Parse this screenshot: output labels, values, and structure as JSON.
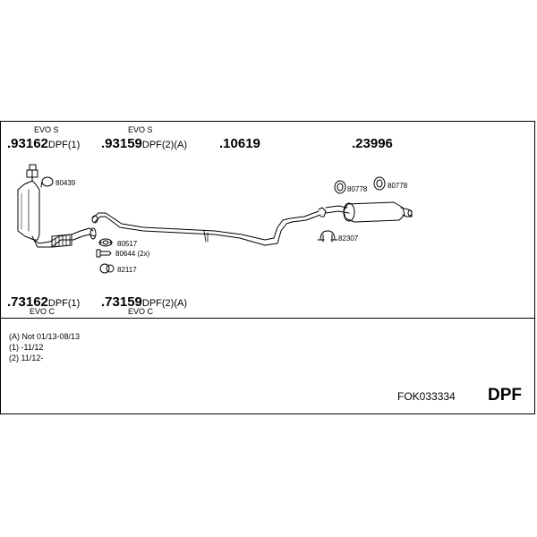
{
  "parts_top": [
    {
      "variant": "EVO S",
      "number": ".93162",
      "suffix": "DPF(1)"
    },
    {
      "variant": "EVO S",
      "number": ".93159",
      "suffix": "DPF(2)(A)"
    },
    {
      "number": ".10619"
    },
    {
      "number": ".23996"
    }
  ],
  "parts_bottom": [
    {
      "variant": "EVO C",
      "number": ".73162",
      "suffix": "DPF(1)"
    },
    {
      "variant": "EVO C",
      "number": ".73159",
      "suffix": "DPF(2)(A)"
    }
  ],
  "callouts": {
    "c80439": "80439",
    "c80517": "80517",
    "c80644": "80644 (2x)",
    "c82117": "82117",
    "c80778a": "80778",
    "c80778b": "80778",
    "c82307": "82307"
  },
  "notes": [
    "(A) Not 01/13-08/13",
    "(1) -11/12",
    "(2) 11/12-"
  ],
  "kit_code": "FOK033334",
  "system_type": "DPF"
}
